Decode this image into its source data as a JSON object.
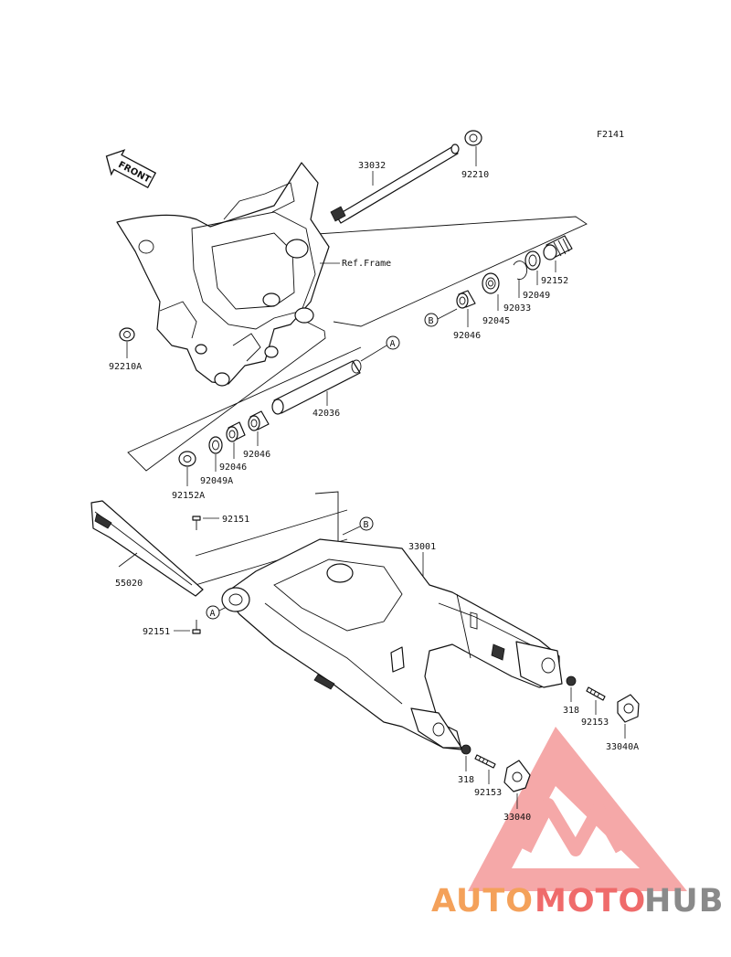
{
  "diagram_id": "F2141",
  "front_arrow_label": "FRONT",
  "ref_frame_label": "Ref.Frame",
  "callout_a": "A",
  "callout_b": "B",
  "parts": {
    "p33032": "33032",
    "p92210": "92210",
    "p92210A": "92210A",
    "p92152": "92152",
    "p92049": "92049",
    "p92033": "92033",
    "p92045": "92045",
    "p92046_top": "92046",
    "p42036": "42036",
    "p92046_mid": "92046",
    "p92046_low": "92046",
    "p92049A": "92049A",
    "p92152A": "92152A",
    "p92151_top": "92151",
    "p55020": "55020",
    "p92151_bot": "92151",
    "p33001": "33001",
    "p318_right": "318",
    "p92153_right": "92153",
    "p33040A": "33040A",
    "p318_left": "318",
    "p92153_left": "92153",
    "p33040": "33040"
  },
  "watermark": {
    "part1": "AUTO",
    "part2": "MOTO",
    "part3": "HUB",
    "color1": "#f4a15a",
    "color2": "#ef6b6b",
    "color3": "#8a8a8a",
    "logo_color": "#f07a7a"
  }
}
